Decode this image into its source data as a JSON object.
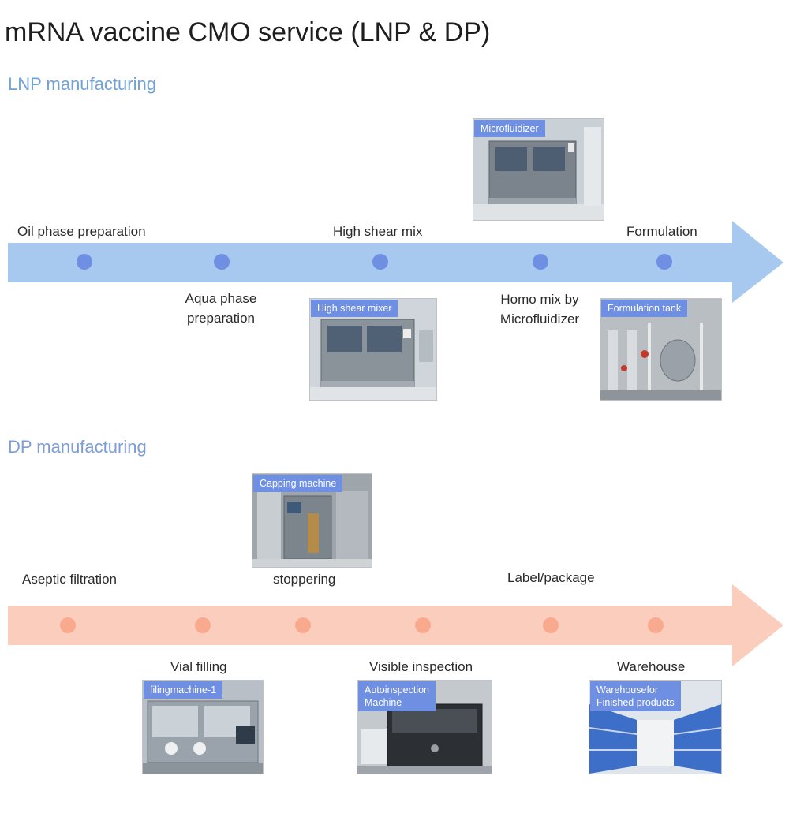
{
  "title": "mRNA vaccine CMO service (LNP & DP)",
  "colors": {
    "lnp_arrow": "#a7c8ef",
    "lnp_dot": "#6f8fe3",
    "lnp_heading": "#6fa2d9",
    "dp_arrow": "#fbcdbd",
    "dp_dot": "#f8a98e",
    "dp_heading": "#7d9dd6",
    "tag_bg": "#6f8fe3"
  },
  "lnp": {
    "heading": "LNP manufacturing",
    "steps_above": [
      "Oil phase preparation",
      "High shear mix",
      "Formulation"
    ],
    "steps_below": [
      "Aqua phase\npreparation",
      "Homo mix by\nMicrofluidizer"
    ],
    "photos": [
      {
        "label": "Microfluidizer",
        "icon": "machine-photo"
      },
      {
        "label": "High shear mixer",
        "icon": "machine-photo"
      },
      {
        "label": "Formulation tank",
        "icon": "tank-photo"
      }
    ]
  },
  "dp": {
    "heading": "DP manufacturing",
    "steps_above": [
      "Aseptic filtration",
      "stoppering",
      "Label/package"
    ],
    "steps_below": [
      "Vial filling",
      "Visible inspection",
      "Warehouse"
    ],
    "photos": [
      {
        "label": "Capping machine",
        "icon": "machine-photo"
      },
      {
        "label": "filingmachine-1",
        "icon": "filling-photo"
      },
      {
        "label": "Autoinspection\nMachine",
        "icon": "inspection-photo"
      },
      {
        "label": "Warehousefor\nFinished products",
        "icon": "warehouse-photo"
      }
    ]
  }
}
